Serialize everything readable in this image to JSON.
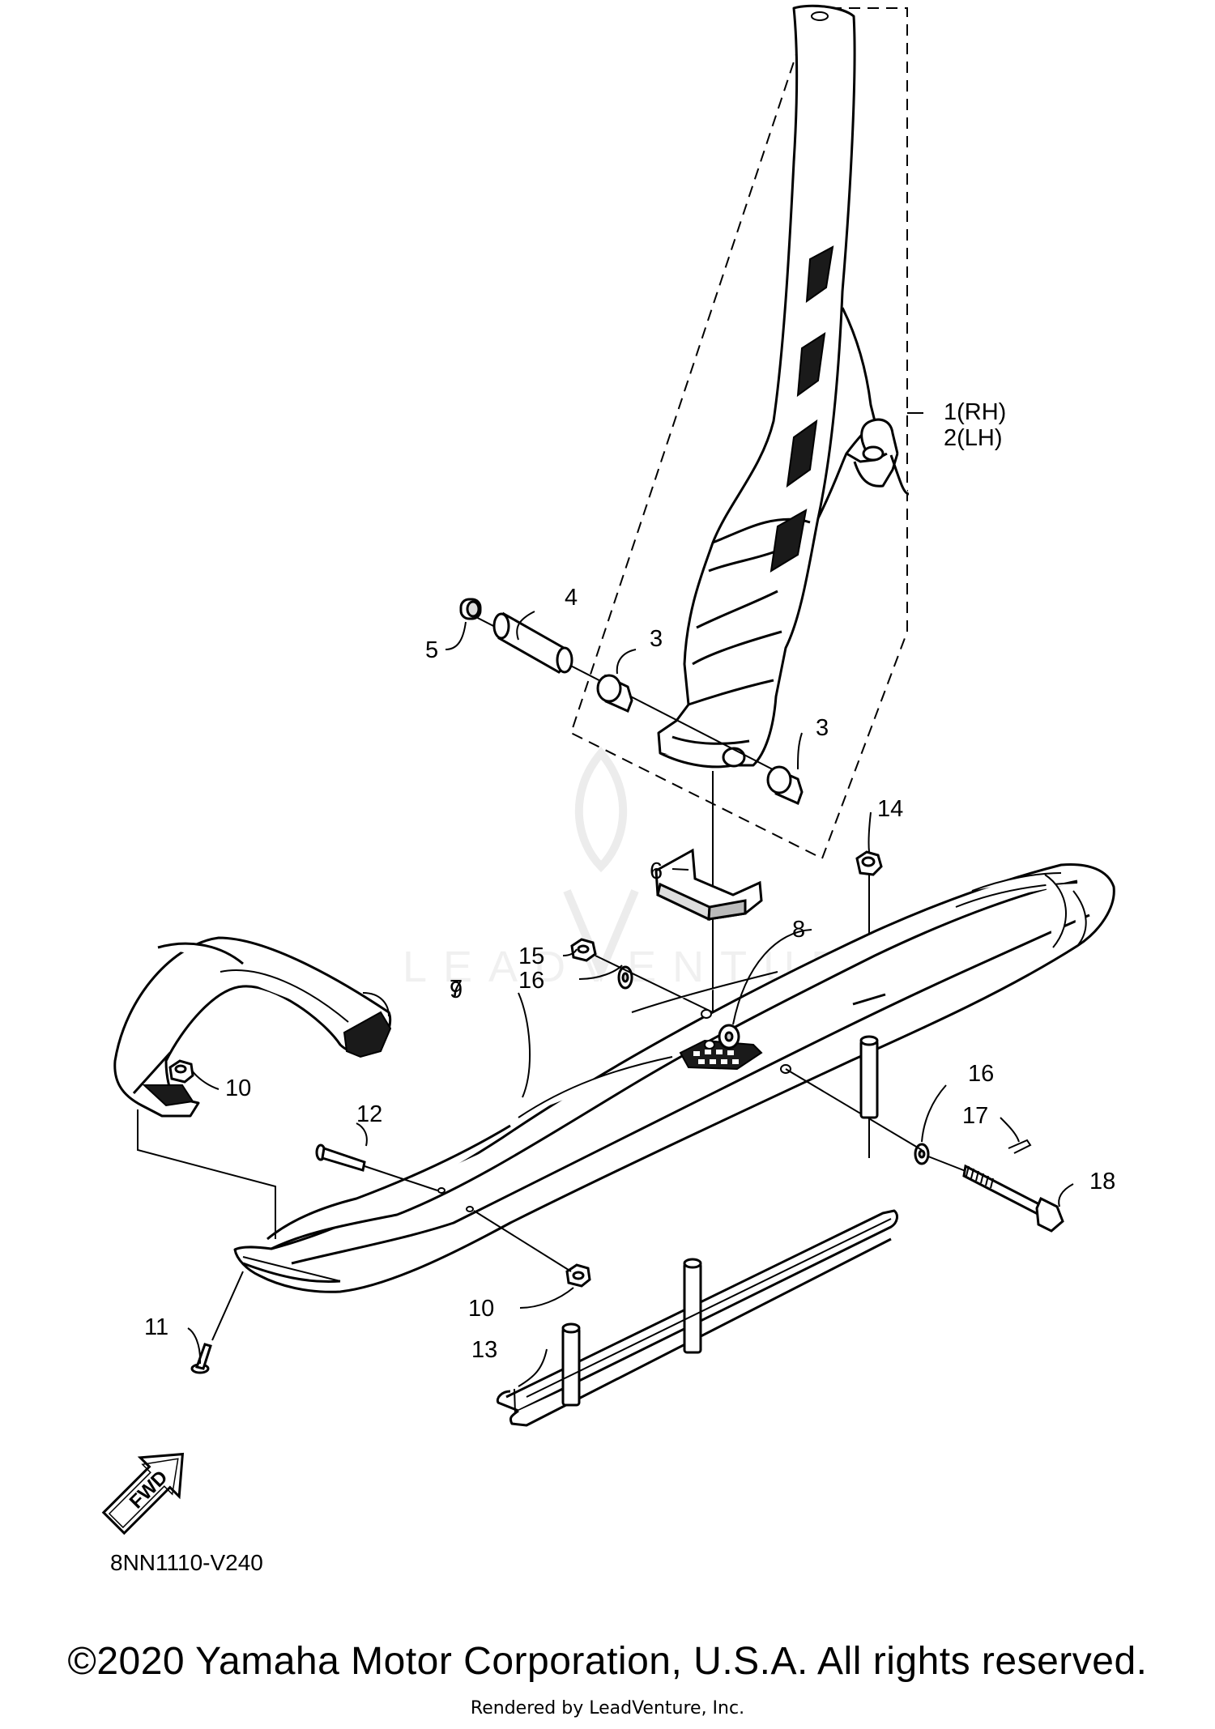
{
  "watermark": {
    "text": "LEADVENTURE"
  },
  "labels": {
    "p1": "1(RH)",
    "p2": "2(LH)",
    "p3a": "3",
    "p3b": "3",
    "p4": "4",
    "p5": "5",
    "p6": "6",
    "p7": "7",
    "p8": "8",
    "p9": "9",
    "p10a": "10",
    "p10b": "10",
    "p11": "11",
    "p12": "12",
    "p13": "13",
    "p14": "14",
    "p15": "15",
    "p16a": "16",
    "p16b": "16",
    "p17": "17",
    "p18": "18"
  },
  "fwd_arrow": {
    "text": "FWD"
  },
  "diagram_code": "8NN1110-V240",
  "footer": {
    "copyright": "©2020 Yamaha Motor Corporation, U.S.A. All rights reserved.",
    "rendered_by": "Rendered by LeadVenture, Inc."
  }
}
